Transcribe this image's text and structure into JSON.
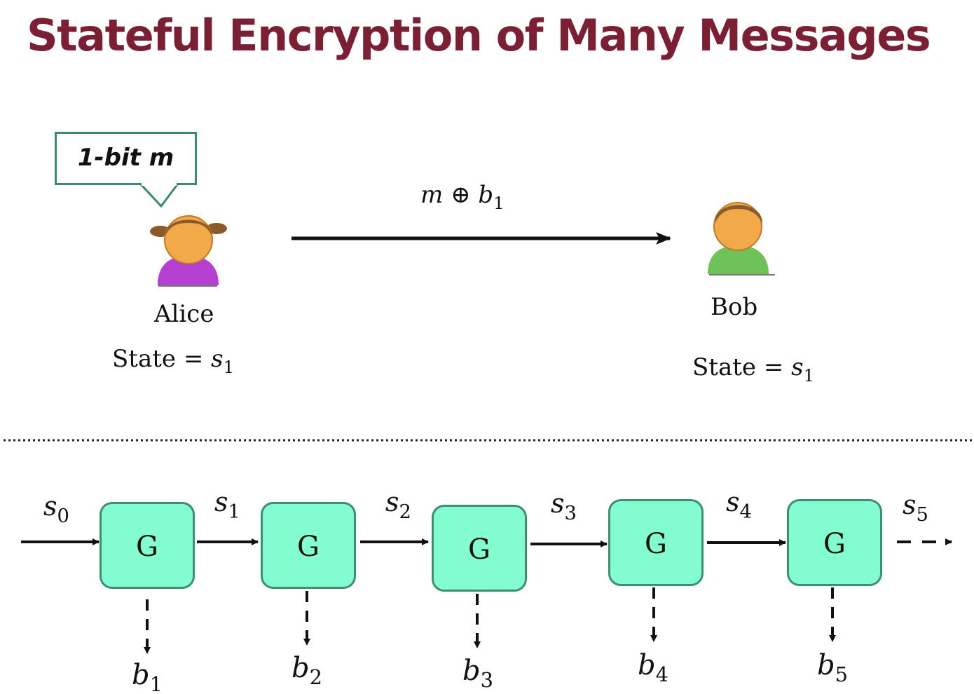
{
  "title": "Stateful Encryption of Many Messages",
  "bubble": {
    "text": "1-bit m"
  },
  "alice": {
    "name": "Alice",
    "state_label": "State",
    "equals": "=",
    "state_var": "s",
    "state_sub": "1",
    "shirt_color": "#b43fd1"
  },
  "bob": {
    "name": "Bob",
    "state_label": "State",
    "equals": "=",
    "state_var": "s",
    "state_sub": "1",
    "shirt_color": "#6fc257"
  },
  "message": {
    "m": "m",
    "xor": "⊕",
    "b": "b",
    "b_sub": "1"
  },
  "chain": {
    "generator_label": "G",
    "states": [
      {
        "var": "s",
        "sub": "0"
      },
      {
        "var": "s",
        "sub": "1"
      },
      {
        "var": "s",
        "sub": "2"
      },
      {
        "var": "s",
        "sub": "3"
      },
      {
        "var": "s",
        "sub": "4"
      },
      {
        "var": "s",
        "sub": "5"
      }
    ],
    "outputs": [
      {
        "var": "b",
        "sub": "1"
      },
      {
        "var": "b",
        "sub": "2"
      },
      {
        "var": "b",
        "sub": "3"
      },
      {
        "var": "b",
        "sub": "4"
      },
      {
        "var": "b",
        "sub": "5"
      }
    ],
    "box_color": "#84fcd2"
  },
  "colors": {
    "title": "#7b1f34",
    "bubble_border": "#3a8a6c",
    "box_border": "#3e8f70"
  }
}
